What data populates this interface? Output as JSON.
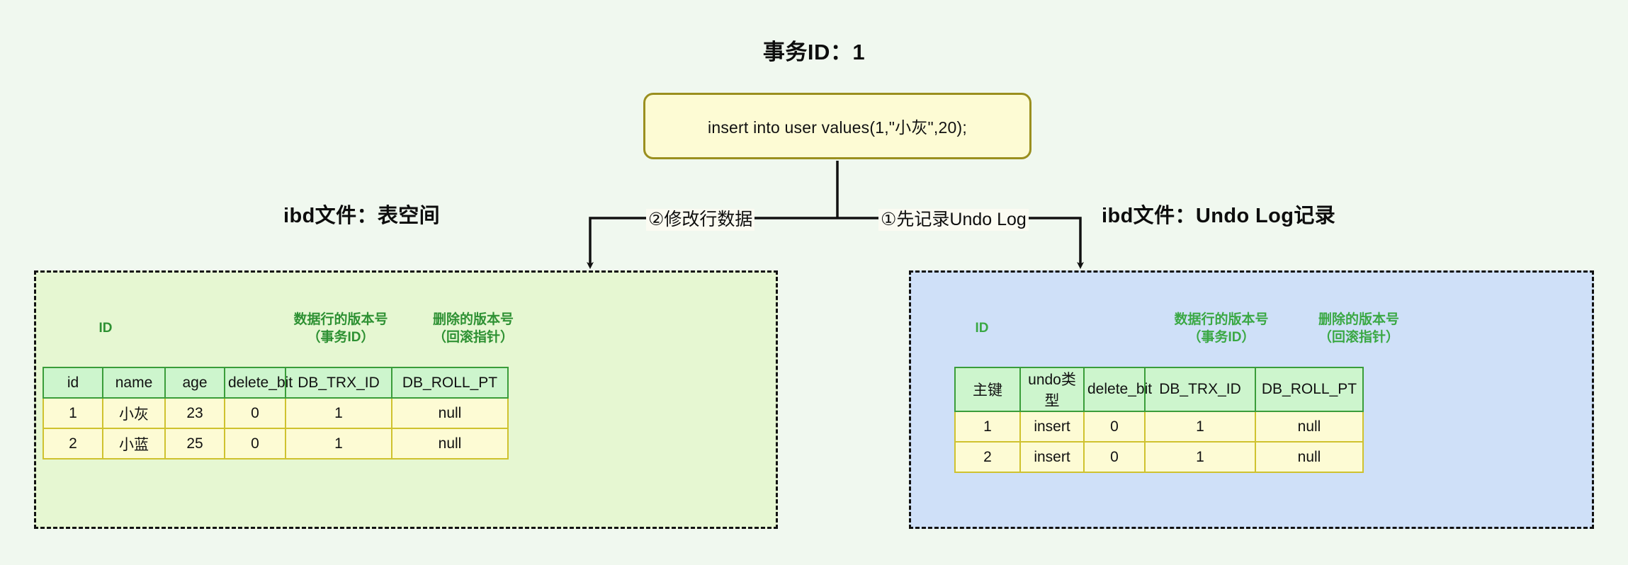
{
  "diagram": {
    "transaction_title": "事务ID：1",
    "sql_statement": "insert into user values(1,\"小灰\",20);",
    "edges": [
      {
        "id": "modify-row-data",
        "label": "②修改行数据"
      },
      {
        "id": "record-undo-log",
        "label": "①先记录Undo Log"
      }
    ]
  },
  "tablespace_panel": {
    "heading": "ibd文件：表空间",
    "captions": [
      {
        "line1": "ID",
        "line2": ""
      },
      {
        "line1": "数据行的版本号",
        "line2": "（事务ID）"
      },
      {
        "line1": "删除的版本号",
        "line2": "（回滚指针）"
      }
    ],
    "table": {
      "headers": [
        "id",
        "name",
        "age",
        "delete_bit",
        "DB_TRX_ID",
        "DB_ROLL_PT"
      ],
      "rows": [
        [
          "1",
          "小灰",
          "23",
          "0",
          "1",
          "null"
        ],
        [
          "2",
          "小蓝",
          "25",
          "0",
          "1",
          "null"
        ]
      ]
    }
  },
  "undolog_panel": {
    "heading": "ibd文件：Undo Log记录",
    "captions": [
      {
        "line1": "ID",
        "line2": ""
      },
      {
        "line1": "数据行的版本号",
        "line2": "（事务ID）"
      },
      {
        "line1": "删除的版本号",
        "line2": "（回滚指针）"
      }
    ],
    "table": {
      "headers": [
        "主键",
        "undo类型",
        "delete_bit",
        "DB_TRX_ID",
        "DB_ROLL_PT"
      ],
      "rows": [
        [
          "1",
          "insert",
          "0",
          "1",
          "null"
        ],
        [
          "2",
          "insert",
          "0",
          "1",
          "null"
        ]
      ]
    }
  },
  "colors": {
    "canvas_background": "#f0f8ef",
    "sql_box_fill": "#fdfbd4",
    "sql_box_border": "#9a8f1f",
    "tablespace_fill": "#e6f7d2",
    "undolog_fill": "#cfe0f8",
    "table_header_fill": "#cdf5cd",
    "table_header_border": "#3a9d3a",
    "table_cell_fill": "#fdfbd4",
    "table_cell_border": "#cfc22f",
    "caption_text": "#2e9133",
    "dashed_border": "#111111"
  }
}
